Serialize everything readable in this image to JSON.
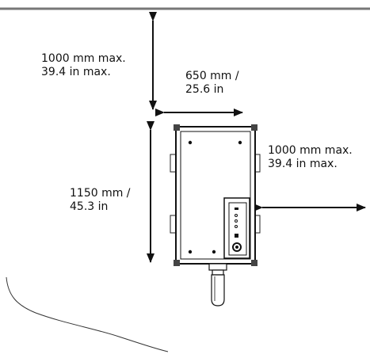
{
  "dimensions": {
    "top_clearance": {
      "line1": "1000 mm max.",
      "line2": "39.4 in max."
    },
    "width": {
      "line1": "650 mm /",
      "line2": "25.6 in"
    },
    "side_clearance": {
      "line1": "1000 mm max.",
      "line2": "39.4 in max."
    },
    "height": {
      "line1": "1150 mm /",
      "line2": "45.3 in"
    }
  }
}
